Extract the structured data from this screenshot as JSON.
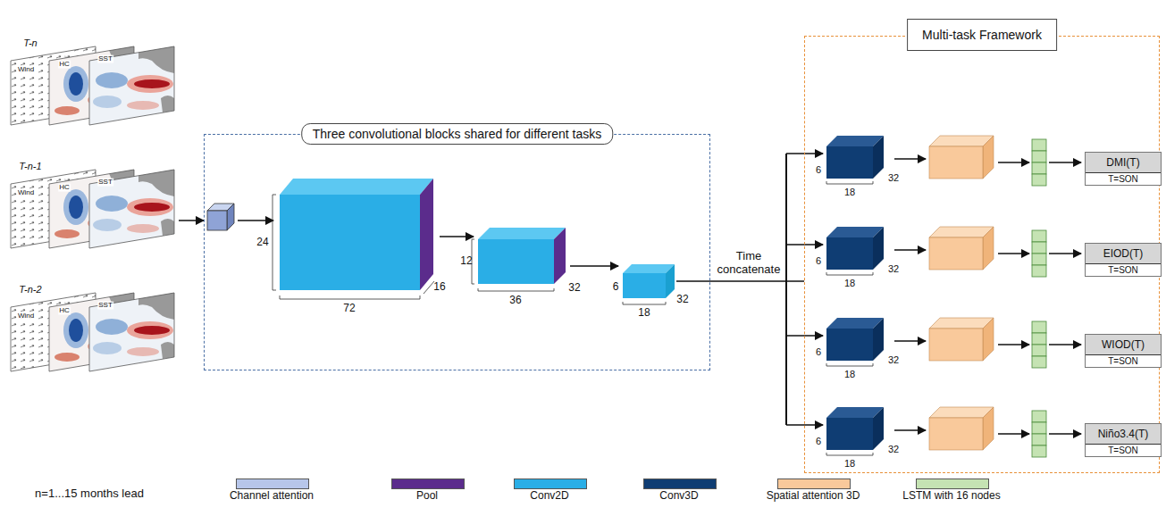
{
  "diagram": {
    "nodes": [
      {
        "text": [
          "Three convolutional blocks shared for different tasks"
        ]
      },
      {
        "text": [
          "Multi-task Framework"
        ]
      },
      {
        "text": [
          "DMI(T)",
          "T=SON"
        ],
        "in": 1
      },
      {
        "text": [
          "EIOD(T)",
          "T=SON"
        ],
        "in": 1
      },
      {
        "text": [
          "WIOD(T)",
          "T=SON"
        ],
        "in": 1
      },
      {
        "text": [
          "Niño3.4(T)",
          "T=SON"
        ],
        "in": 1
      }
    ],
    "edges": [
      {
        "from": 0,
        "to": 1,
        "arrow": "none",
        "label": "Time concatenate"
      }
    ],
    "labels": [
      "T-n",
      "Wind",
      "HC",
      "SST",
      "T-n-1",
      "Wind",
      "HC",
      "SST",
      "T-n-2",
      "Wind",
      "HC",
      "SST",
      "24",
      "72",
      "16",
      "12",
      "36",
      "32",
      "6",
      "18",
      "32",
      "6",
      "18",
      "32",
      "6",
      "18",
      "32",
      "6",
      "18",
      "32",
      "6",
      "18",
      "32",
      "n=1...15 months lead"
    ],
    "legend": [
      {
        "text": "Channel attention",
        "color": "#b7c6ea"
      },
      {
        "text": "Pool",
        "color": "#5b2c8c"
      },
      {
        "text": "Conv2D",
        "color": "#2aaee6"
      },
      {
        "text": "Conv3D",
        "color": "#0f3d73"
      },
      {
        "text": "Spatial attention 3D",
        "color": "#f9c99b"
      },
      {
        "text": "LSTM with 16 nodes",
        "color": "#c5e3b3"
      }
    ]
  }
}
